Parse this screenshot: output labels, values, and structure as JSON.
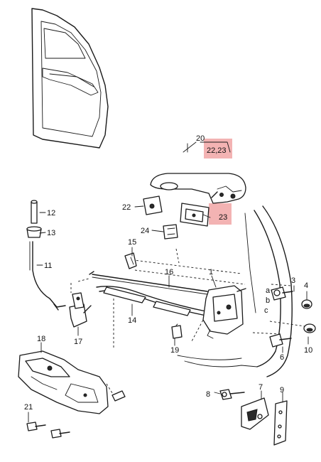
{
  "colors": {
    "ink": "#1a1a1a",
    "highlight": "#ef9a9a"
  },
  "callouts": {
    "c1": "1",
    "c3": "3",
    "c4": "4",
    "c6": "6",
    "c7": "7",
    "c8": "8",
    "c9": "9",
    "c10": "10",
    "c11": "11",
    "c12": "12",
    "c13": "13",
    "c14": "14",
    "c15": "15",
    "c16": "16",
    "c17": "17",
    "c18": "18",
    "c19": "19",
    "c20": "20",
    "c21": "21",
    "c22": "22",
    "c22_23": "22,23",
    "c23": "23",
    "c24": "24"
  },
  "inline_letters": {
    "a": "a",
    "b": "b",
    "c": "c"
  }
}
